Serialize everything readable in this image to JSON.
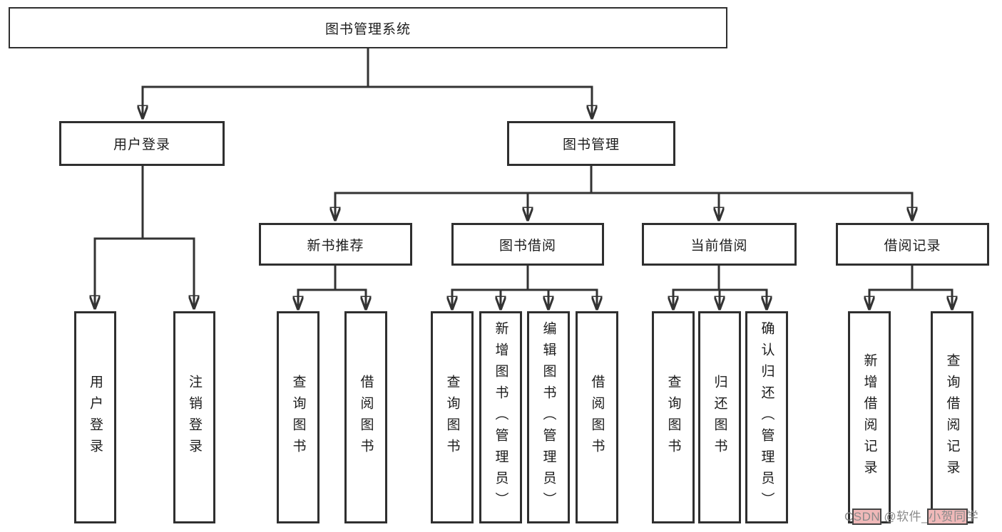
{
  "colors": {
    "line": "#333333",
    "box_border": "#2f2f2f",
    "box_fill": "#ffffff",
    "text": "#1c1c1c",
    "watermark_text": "#8a8a8a",
    "watermark_highlight": "#f0b9b9"
  },
  "diagram": {
    "root": {
      "label": "图书管理系统"
    },
    "level2": [
      {
        "id": "user-login",
        "label": "用户登录"
      },
      {
        "id": "book-management",
        "label": "图书管理"
      }
    ],
    "level3": [
      {
        "id": "new-book-recommend",
        "label": "新书推荐"
      },
      {
        "id": "book-borrow",
        "label": "图书借阅"
      },
      {
        "id": "current-borrow",
        "label": "当前借阅"
      },
      {
        "id": "borrow-records",
        "label": "借阅记录"
      }
    ],
    "leaves": {
      "user_login": [
        "用户登录",
        "注销登录"
      ],
      "new_book_recommend": [
        "查询图书",
        "借阅图书"
      ],
      "book_borrow": [
        "查询图书",
        "新增图书（管理员）",
        "编辑图书（管理员）",
        "借阅图书"
      ],
      "current_borrow": [
        "查询图书",
        "归还图书",
        "确认归还（管理员）"
      ],
      "borrow_records": [
        "新增借阅记录",
        "查询借阅记录"
      ]
    }
  },
  "watermark": {
    "full_text": "CSDN @软件_小贺同学",
    "segments": [
      {
        "text": "C"
      },
      {
        "text": "SDN"
      },
      {
        "text": " @软件_"
      },
      {
        "text": "小贺同"
      },
      {
        "text": "学"
      }
    ]
  }
}
